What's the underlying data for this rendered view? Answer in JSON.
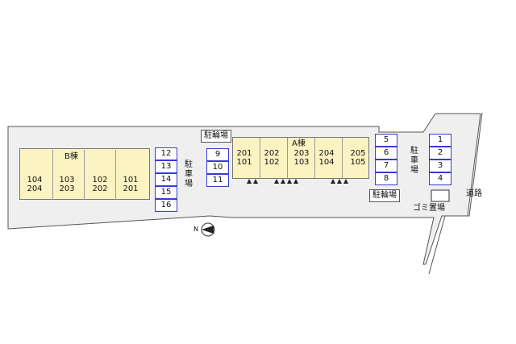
{
  "building_b": {
    "name": "B棟",
    "units": [
      {
        "upper": "104",
        "lower": "204"
      },
      {
        "upper": "103",
        "lower": "203"
      },
      {
        "upper": "102",
        "lower": "202"
      },
      {
        "upper": "101",
        "lower": "201"
      }
    ]
  },
  "building_a": {
    "name": "A棟",
    "units": [
      {
        "upper": "201",
        "lower": "101"
      },
      {
        "upper": "202",
        "lower": "102"
      },
      {
        "upper": "203",
        "lower": "103"
      },
      {
        "upper": "204",
        "lower": "104"
      },
      {
        "upper": "205",
        "lower": "105"
      }
    ]
  },
  "parking_left": [
    "12",
    "13",
    "14",
    "15",
    "16"
  ],
  "parking_mid": [
    "9",
    "10",
    "11"
  ],
  "parking_center": [
    "5",
    "6",
    "7",
    "8"
  ],
  "parking_right": [
    "1",
    "2",
    "3",
    "4"
  ],
  "labels": {
    "parking": "駐車場",
    "bike_parking_top": "駐輪場",
    "bike_parking_bottom": "駐輪場",
    "garbage": "ゴミ置場",
    "road": "道路",
    "north": "N"
  },
  "colors": {
    "building": "#fbf3c2",
    "lot": "#efefef",
    "slot_border": "#3a3ad8"
  }
}
